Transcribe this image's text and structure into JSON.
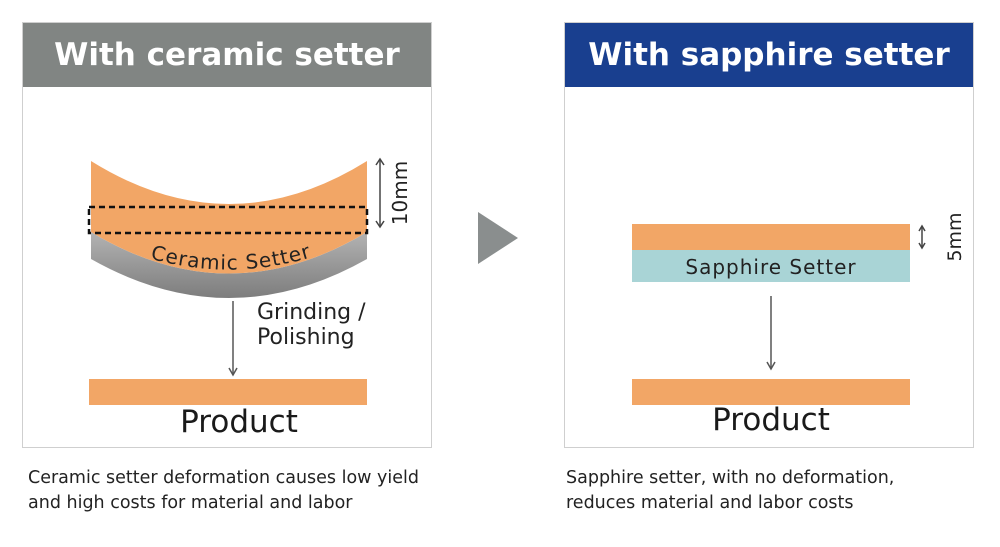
{
  "left_panel": {
    "title": "With ceramic setter",
    "setter_label": "Ceramic Setter",
    "thickness_label": "10mm",
    "process_label_line1": "Grinding /",
    "process_label_line2": "Polishing",
    "product_label": "Product",
    "caption_line1": "Ceramic setter deformation causes low yield",
    "caption_line2": "and high costs for material and labor"
  },
  "right_panel": {
    "title": "With sapphire setter",
    "setter_label": "Sapphire Setter",
    "thickness_label": "5mm",
    "product_label": "Product",
    "caption_line1": "Sapphire setter, with no deformation,",
    "caption_line2": "reduces material and labor costs"
  },
  "colors": {
    "left_header": "#818583",
    "right_header": "#193f8f",
    "material": "#f2a666",
    "ceramic_setter": "#8f8f8f",
    "sapphire_setter": "#a9d4d6",
    "arrow": "#8a8e8e"
  }
}
